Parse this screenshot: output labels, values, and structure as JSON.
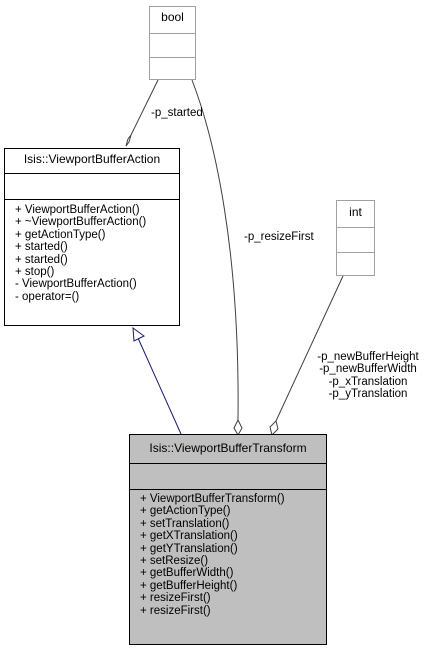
{
  "classes": {
    "bool": {
      "title": "bool",
      "attributes": [],
      "methods": []
    },
    "int": {
      "title": "int",
      "attributes": [],
      "methods": []
    },
    "viewport_buffer_action": {
      "title": "Isis::ViewportBufferAction",
      "attributes": [],
      "methods": [
        "+ ViewportBufferAction()",
        "+ ~ViewportBufferAction()",
        "+ getActionType()",
        "+ started()",
        "+ started()",
        "+ stop()",
        "- ViewportBufferAction()",
        "- operator=()"
      ]
    },
    "viewport_buffer_transform": {
      "title": "Isis::ViewportBufferTransform",
      "attributes": [],
      "methods": [
        "+ ViewportBufferTransform()",
        "+ getActionType()",
        "+ setTranslation()",
        "+ getXTranslation()",
        "+ getYTranslation()",
        "+ setResize()",
        "+ getBufferWidth()",
        "+ getBufferHeight()",
        "+ resizeFirst()",
        "+ resizeFirst()"
      ]
    }
  },
  "edges": {
    "p_started": {
      "label": "-p_started"
    },
    "p_resize_first": {
      "label": "-p_resizeFirst"
    },
    "int_members": {
      "labels": [
        "-p_newBufferHeight",
        "-p_newBufferWidth",
        "-p_xTranslation",
        "-p_yTranslation"
      ]
    }
  },
  "colors": {
    "inheritance_arrow": "#191970",
    "highlight_fill": "#bfbfbf",
    "faint_border": "#a0a0a0"
  }
}
